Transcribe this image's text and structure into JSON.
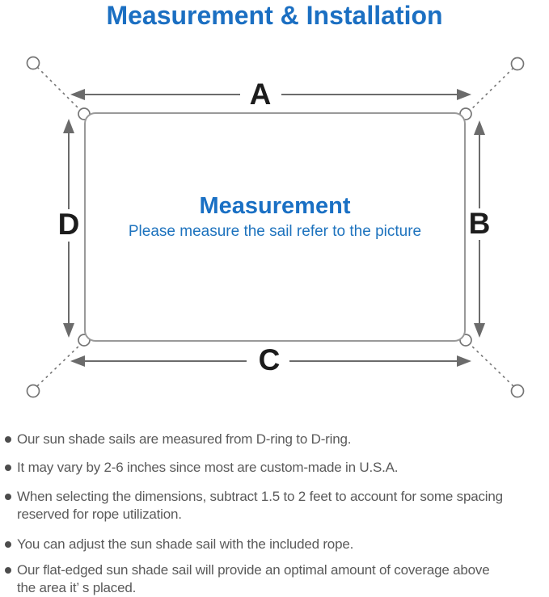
{
  "title": "Measurement & Installation",
  "diagram": {
    "side_labels": {
      "a": "A",
      "b": "B",
      "c": "C",
      "d": "D"
    },
    "center_title": "Measurement",
    "center_subtitle": "Please measure the sail refer to the picture"
  },
  "notes": [
    "Our sun shade sails are measured from D-ring to D-ring.",
    "It may vary by 2-6 inches since most are custom-made in U.S.A.",
    "When selecting the dimensions, subtract 1.5 to 2 feet to account for some spacing\nreserved for rope utilization.",
    "You can adjust the sun shade sail with the included rope.",
    "Our flat-edged sun shade sail will provide an optimal amount of coverage above\nthe area it’ s placed."
  ],
  "colors": {
    "accent_blue": "#1b6fc2",
    "diagram_line_gray": "#6e6e6e",
    "sail_border_gray": "#999999",
    "note_text_gray": "#5a5a5a"
  }
}
